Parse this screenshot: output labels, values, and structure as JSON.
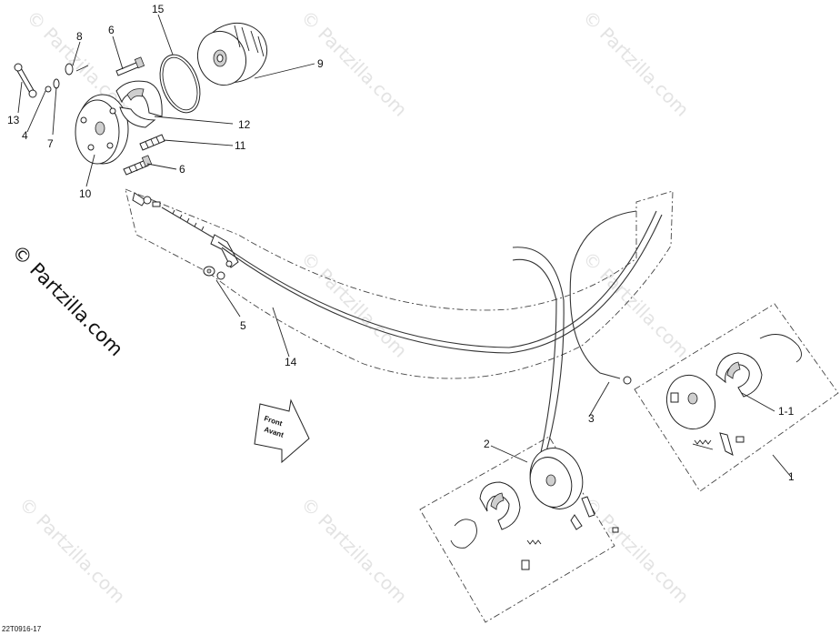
{
  "watermark": "© Partzilla.com",
  "drawing_code": "22T0916-17",
  "front_arrow": {
    "line1": "Front",
    "line2": "Avant"
  },
  "callouts": {
    "c1": "1",
    "c1_1": "1-1",
    "c2": "2",
    "c3": "3",
    "c4": "4",
    "c5": "5",
    "c6a": "6",
    "c6b": "6",
    "c7": "7",
    "c8": "8",
    "c9": "9",
    "c10": "10",
    "c11": "11",
    "c12": "12",
    "c13": "13",
    "c14": "14",
    "c15": "15"
  }
}
